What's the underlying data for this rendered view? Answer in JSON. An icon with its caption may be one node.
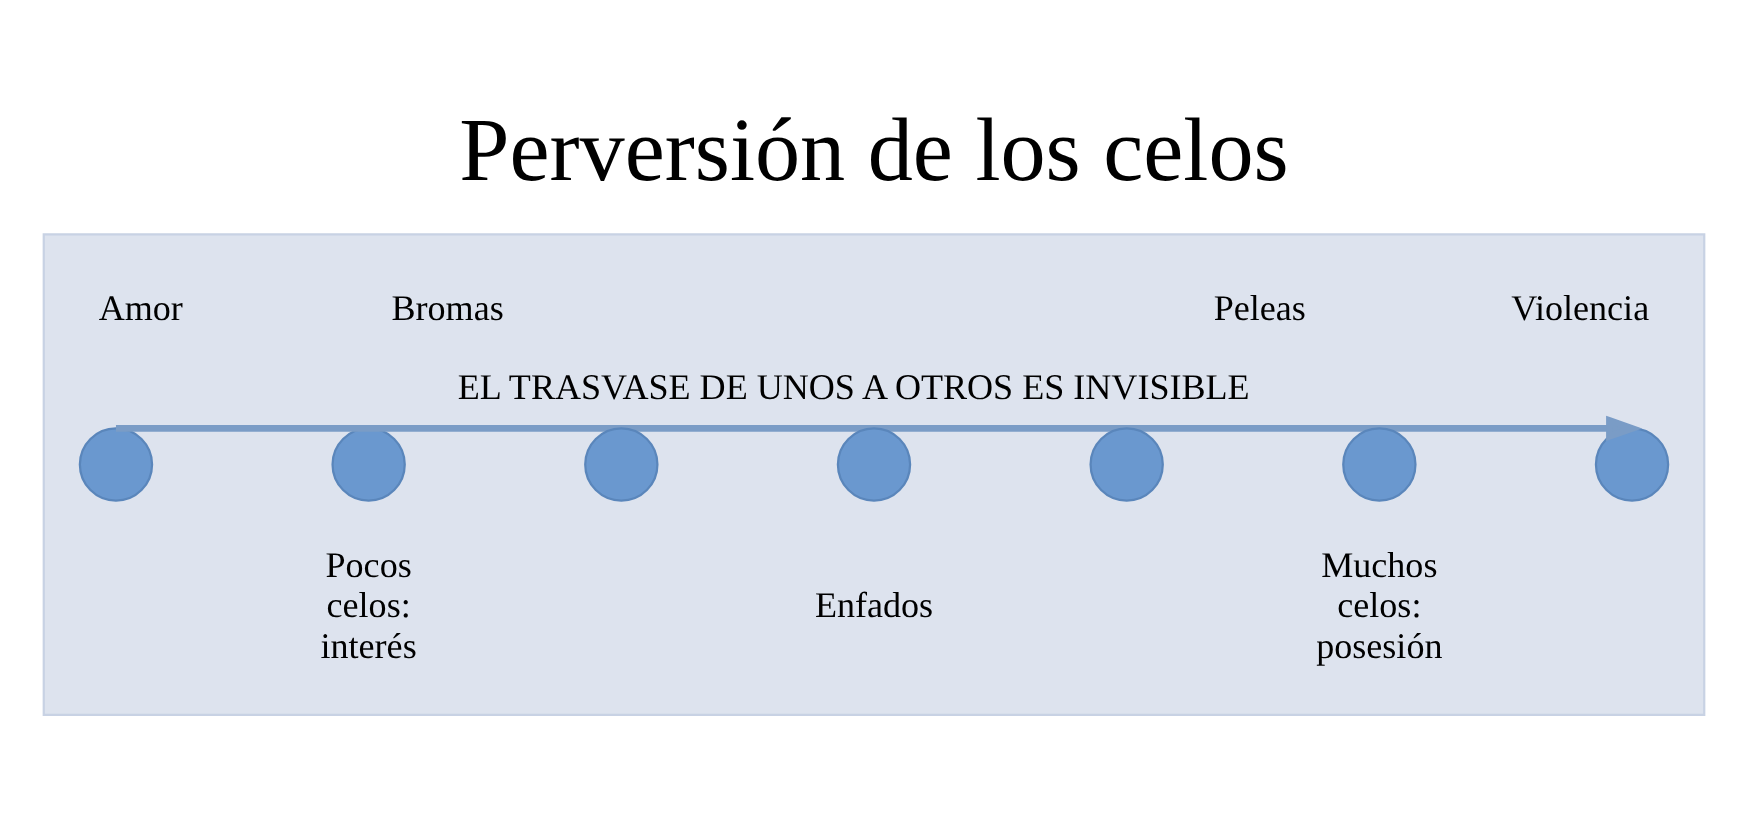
{
  "diagram": {
    "title": "Perversión de los celos",
    "nodes": [
      {
        "text": [],
        "shape": "arrow"
      },
      {
        "text": [],
        "shape": "circle",
        "in": 0,
        "beside": [
          "Amor"
        ]
      },
      {
        "text": [],
        "shape": "circle",
        "in": 0,
        "beside": [
          "Pocos celos: interés"
        ]
      },
      {
        "text": [],
        "shape": "circle",
        "in": 0,
        "beside": [
          "Bromas"
        ]
      },
      {
        "text": [],
        "shape": "circle",
        "in": 0,
        "beside": [
          "Enfados"
        ]
      },
      {
        "text": [],
        "shape": "circle",
        "in": 0,
        "beside": [
          "Peleas"
        ]
      },
      {
        "text": [],
        "shape": "circle",
        "in": 0,
        "beside": [
          "Muchos celos: posesión"
        ]
      },
      {
        "text": [],
        "shape": "circle",
        "in": 0,
        "beside": [
          "Violencia"
        ]
      }
    ],
    "edges": [
      {
        "from": 1,
        "to": 7,
        "arrow": "to",
        "label": "EL TRASVASE DE UNOS A OTROS ES INVISIBLE"
      }
    ]
  }
}
